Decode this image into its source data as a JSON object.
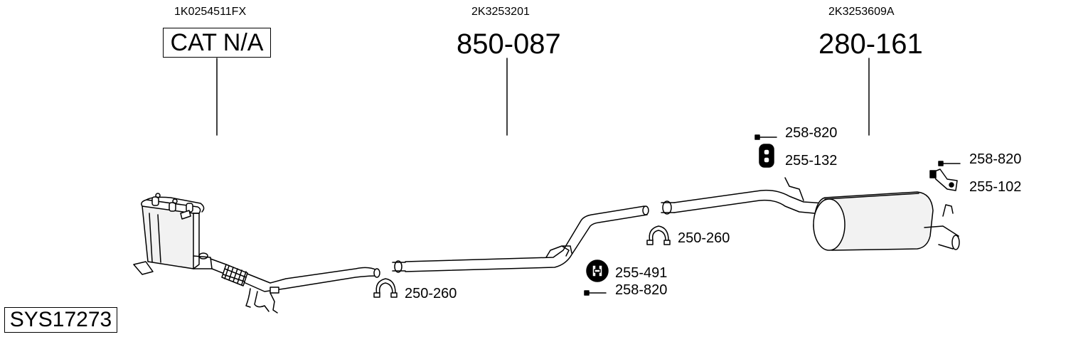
{
  "system": {
    "code": "SYS17273"
  },
  "sections": [
    {
      "oem": "1K0254511FX",
      "part": "CAT N/A"
    },
    {
      "oem": "2K3253201",
      "part": "850-087"
    },
    {
      "oem": "2K3253609A",
      "part": "280-161"
    }
  ],
  "accessories": [
    {
      "part": "258-820"
    },
    {
      "part": "255-132"
    },
    {
      "part": "258-820"
    },
    {
      "part": "255-102"
    },
    {
      "part": "250-260"
    },
    {
      "part": "255-491"
    },
    {
      "part": "258-820"
    },
    {
      "part": "250-260"
    }
  ]
}
